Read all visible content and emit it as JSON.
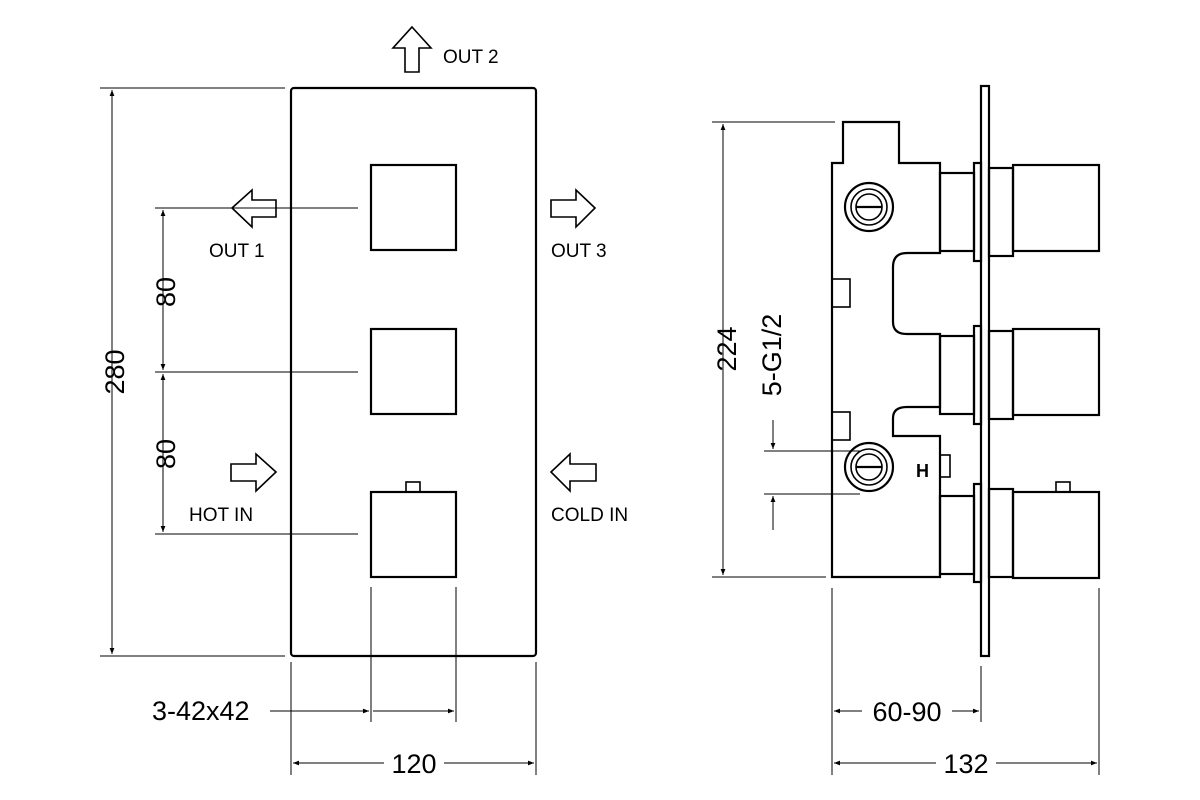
{
  "labels": {
    "out2": "OUT 2",
    "out1": "OUT 1",
    "out3": "OUT 3",
    "hot_in": "HOT IN",
    "cold_in": "COLD IN"
  },
  "dimensions": {
    "height_280": "280",
    "spacing_80_top": "80",
    "spacing_80_bottom": "80",
    "knob_size": "3-42x42",
    "width_120": "120",
    "height_224": "224",
    "thread": "5-G1/2",
    "depth_60_90": "60-90",
    "depth_132": "132"
  },
  "icons": {
    "valve_marker": "H"
  }
}
